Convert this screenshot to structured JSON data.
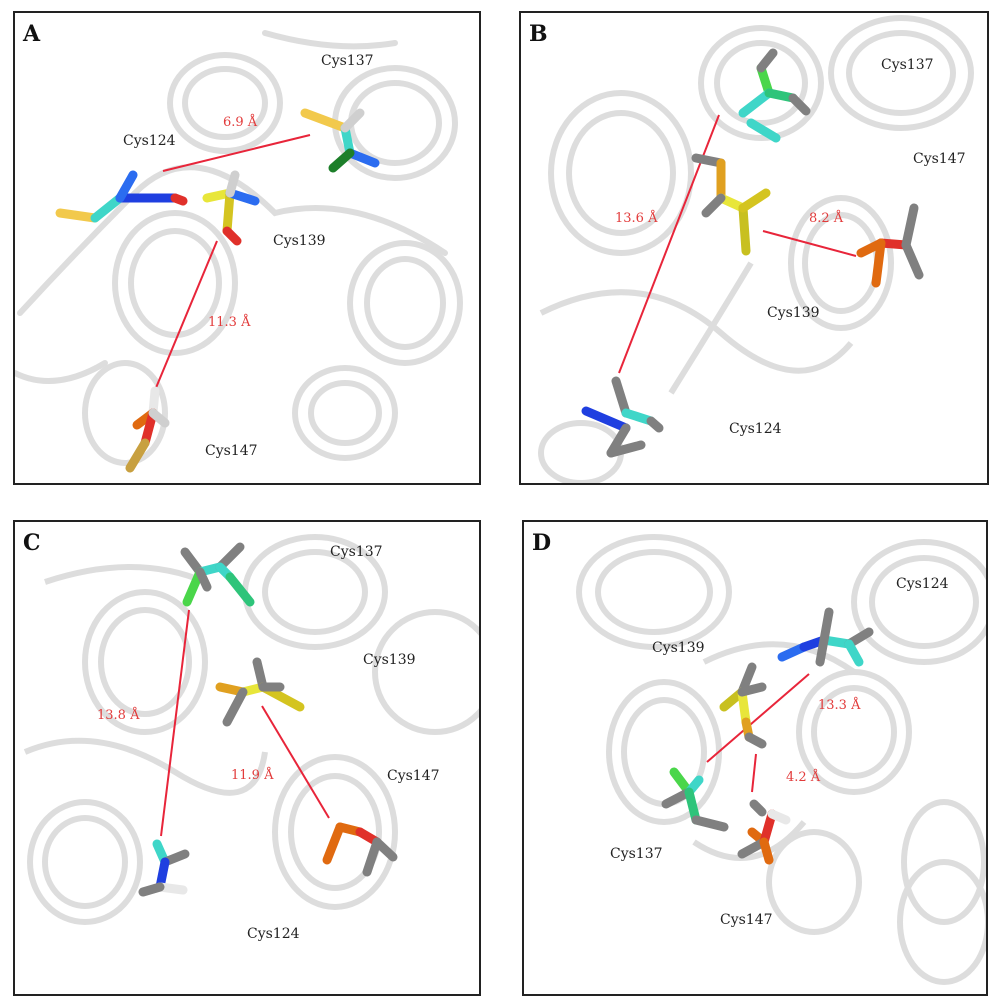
{
  "colors": {
    "ribbon": "#d9d9d9",
    "ribbon_edge": "#c4c4c4",
    "distance_line": "#e8253a",
    "distance_text": "#e23b3b",
    "carbon_grey": "#808080",
    "hydrogen_white": "#e8e8e8"
  },
  "panels": {
    "A": {
      "letter": "A",
      "residues": {
        "cys137": "Cys137",
        "cys124": "Cys124",
        "cys139": "Cys139",
        "cys147": "Cys147"
      },
      "distances": {
        "d1": "6.9 Å",
        "d2": "11.3 Å"
      }
    },
    "B": {
      "letter": "B",
      "residues": {
        "cys137": "Cys137",
        "cys147": "Cys147",
        "cys139": "Cys139",
        "cys124": "Cys124"
      },
      "distances": {
        "d1": "13.6 Å",
        "d2": "8.2 Å"
      }
    },
    "C": {
      "letter": "C",
      "residues": {
        "cys137": "Cys137",
        "cys139": "Cys139",
        "cys147": "Cys147",
        "cys124": "Cys124"
      },
      "distances": {
        "d1": "13.8 Å",
        "d2": "11.9 Å"
      }
    },
    "D": {
      "letter": "D",
      "residues": {
        "cys124": "Cys124",
        "cys139": "Cys139",
        "cys137": "Cys137",
        "cys147": "Cys147"
      },
      "distances": {
        "d1": "13.3 Å",
        "d2": "4.2 Å"
      }
    }
  }
}
